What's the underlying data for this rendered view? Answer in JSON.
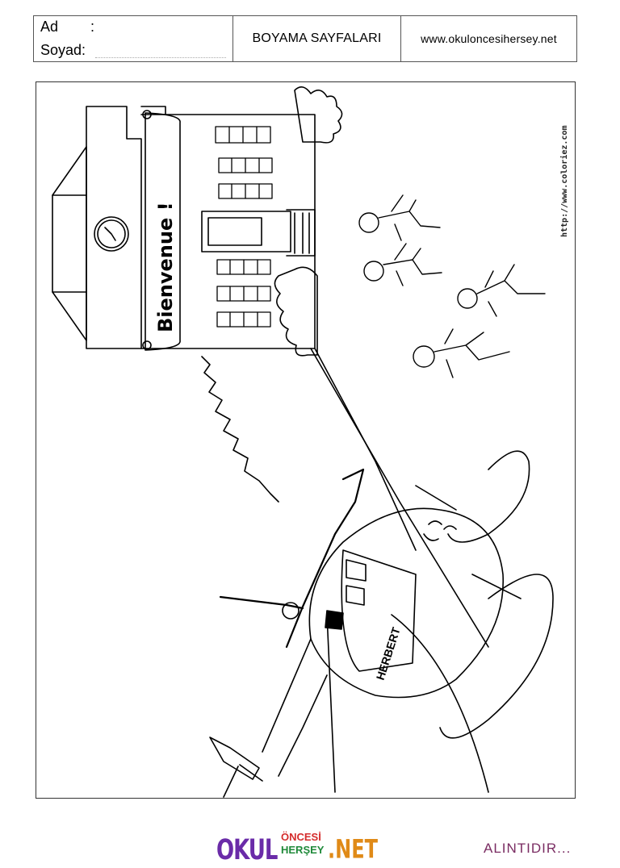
{
  "header": {
    "name_label": "Ad",
    "name_colon": ":",
    "surname_label": "Soyad:",
    "title": "BOYAMA SAYFALARI",
    "website": "www.okuloncesihersey.net"
  },
  "picture": {
    "banner_text": "Bienvenue !",
    "helicopter_name": "HERBERT",
    "side_url": "http://www.coloriez.com"
  },
  "footer": {
    "logo_okul": "OKUL",
    "logo_oncesi": "ÖNCESİ",
    "logo_hersey": "HERŞEY",
    "logo_net": ".NET",
    "credit": "ALINTIDIR..."
  },
  "colors": {
    "logo_purple": "#6a2ba8",
    "logo_red": "#d52c2c",
    "logo_green": "#1f8a3a",
    "logo_orange": "#e08a17",
    "credit_color": "#7a2c62"
  }
}
